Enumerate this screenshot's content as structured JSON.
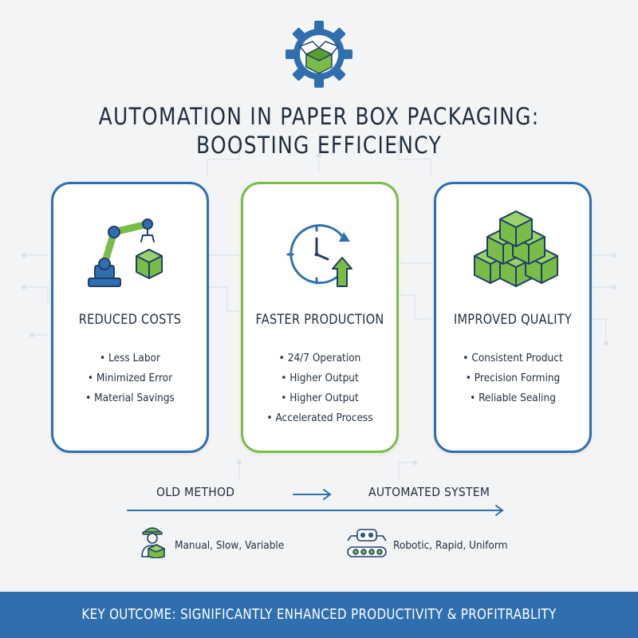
{
  "title": {
    "line1": "AUTOMATION IN PAPER BOX PACKAGING:",
    "line2": "BOOSTING EFFICIENCY"
  },
  "colors": {
    "blue": "#2f6fb0",
    "green": "#79bd48",
    "dark_text": "#1f2d3d",
    "background": "#f3f4f6"
  },
  "cards": [
    {
      "icon": "robot-arm-icon",
      "title": "REDUCED COSTS",
      "bullets": [
        "Less Labor",
        "Minimized Error",
        "Material Savings"
      ]
    },
    {
      "icon": "clock-arrow-up-icon",
      "title": "FASTER PRODUCTION",
      "bullets": [
        "24/7 Operation",
        "Higher Output",
        "Higher Output",
        "Accelerated Process"
      ]
    },
    {
      "icon": "stacked-boxes-icon",
      "title": "IMPROVED QUALITY",
      "bullets": [
        "Consistent Product",
        "Precision Forming",
        "Reliable Sealing"
      ]
    }
  ],
  "comparison": {
    "old_label": "OLD METHOD",
    "new_label": "AUTOMATED SYSTEM",
    "old_description": "Manual, Slow, Variable",
    "new_description": "Robotic, Rapid, Uniform",
    "old_icon": "worker-with-box-icon",
    "new_icon": "robot-conveyor-icon"
  },
  "banner": {
    "text": "KEY OUTCOME: SIGNIFICANTLY ENHANCED PRODUCTIVITY & PROFITRABLITY"
  }
}
